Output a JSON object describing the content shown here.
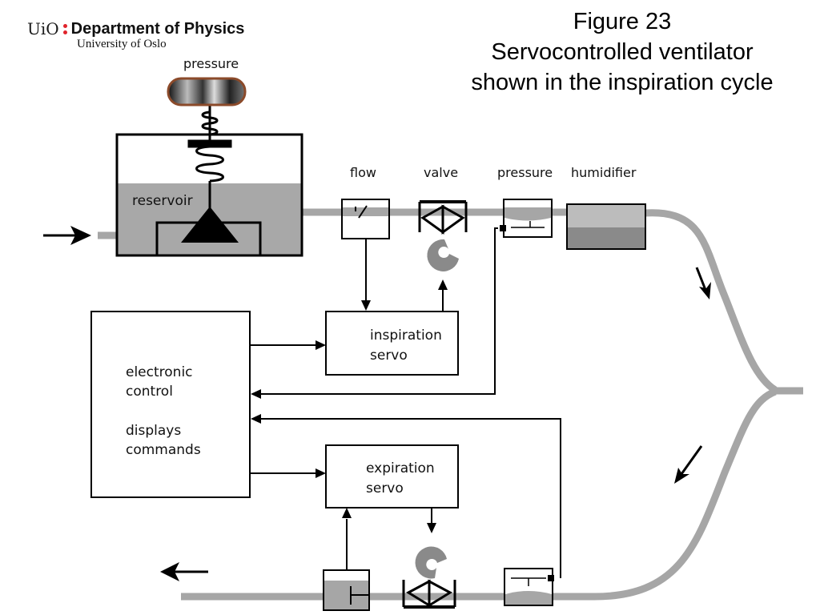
{
  "header": {
    "uio": "UiO",
    "department": "Department of Physics",
    "university": "University of Oslo"
  },
  "title": {
    "line1": "Figure 23",
    "line2": "Servocontrolled ventilator",
    "line3": "shown in the inspiration cycle"
  },
  "labels": {
    "pressure_top": "pressure",
    "reservoir": "reservoir",
    "flow": "flow",
    "valve": "valve",
    "pressure_sensor": "pressure",
    "humidifier": "humidifier",
    "inspiration_servo_1": "inspiration",
    "inspiration_servo_2": "servo",
    "expiration_servo_1": "expiration",
    "expiration_servo_2": "servo",
    "control_1": "electronic",
    "control_2": "control",
    "control_3": "displays",
    "control_4": "commands"
  },
  "colors": {
    "tube": "#a6a6a6",
    "fluid": "#a8a8a8",
    "valve_cam": "#8a8a8a",
    "line": "#000000",
    "logo_red": "#e0232b"
  }
}
